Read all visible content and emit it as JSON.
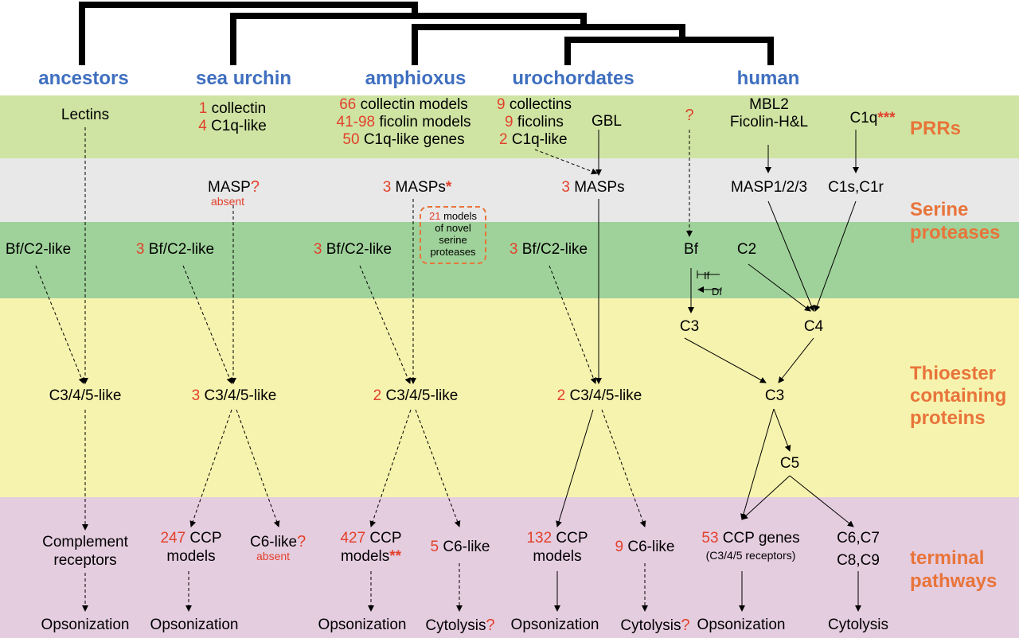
{
  "colors": {
    "prr_band": "#cfe4a3",
    "serine_band_1": "#e8e8e8",
    "serine_band_2": "#9fd29a",
    "thioester_band": "#f6f3ae",
    "terminal_band": "#e5cde0",
    "header": "#3f6fbf",
    "row_label": "#e8743a",
    "count": "#e2412b"
  },
  "headers": {
    "ancestors": "ancestors",
    "sea_urchin": "sea urchin",
    "amphioxus": "amphioxus",
    "urochordates": "urochordates",
    "human": "human"
  },
  "row_labels": {
    "prrs": "PRRs",
    "serine_1": "Serine",
    "serine_2": "proteases",
    "thio_1": "Thioester",
    "thio_2": "containing",
    "thio_3": "proteins",
    "term_1": "terminal",
    "term_2": "pathways"
  },
  "ancestors": {
    "lectins": "Lectins",
    "bf_c2": "Bf/C2-like",
    "c345": "C3/4/5-like",
    "receptors_1": "Complement",
    "receptors_2": "receptors",
    "opsonization": "Opsonization"
  },
  "sea_urchin": {
    "collectin_n": "1",
    "collectin": "collectin",
    "c1q_n": "4",
    "c1q": "C1q-like",
    "masp": "MASP",
    "masp_q": "?",
    "masp_absent": "absent",
    "bf_n": "3",
    "bf": "Bf/C2-like",
    "c345_n": "3",
    "c345": "C3/4/5-like",
    "ccp_n": "247",
    "ccp": "CCP",
    "ccp_2": "models",
    "c6": "C6-like",
    "c6_q": "?",
    "c6_absent": "absent",
    "opsonization": "Opsonization"
  },
  "amphioxus": {
    "collectin_n": "66",
    "collectin": "collectin models",
    "ficolin_n": "41-98",
    "ficolin": "ficolin models",
    "c1q_n": "50",
    "c1q": "C1q-like genes",
    "masp_n": "3",
    "masp": "MASPs",
    "masp_star": "*",
    "novel_n": "21",
    "novel_1": "models",
    "novel_2": "of novel",
    "novel_3": "serine",
    "novel_4": "proteases",
    "bf_n": "3",
    "bf": "Bf/C2-like",
    "c345_n": "2",
    "c345": "C3/4/5-like",
    "ccp_n": "427",
    "ccp": "CCP",
    "ccp_2": "models",
    "ccp_star": "**",
    "c6_n": "5",
    "c6": "C6-like",
    "opsonization": "Opsonization",
    "cytolysis": "Cytolysis",
    "cytolysis_q": "?"
  },
  "urochordates": {
    "collectin_n": "9",
    "collectin": "collectins",
    "ficolin_n": "9",
    "ficolin": "ficolins",
    "c1q_n": "2",
    "c1q": "C1q-like",
    "gbl": "GBL",
    "masp_n": "3",
    "masp": "MASPs",
    "bf_n": "3",
    "bf": "Bf/C2-like",
    "c345_n": "2",
    "c345": "C3/4/5-like",
    "ccp_n": "132",
    "ccp": "CCP",
    "ccp_2": "models",
    "c6_n": "9",
    "c6": "C6-like",
    "opsonization": "Opsonization",
    "cytolysis": "Cytolysis",
    "cytolysis_q": "?"
  },
  "human": {
    "prr_q": "?",
    "mbl2": "MBL2",
    "ficolin": "Ficolin-H&L",
    "c1q": "C1q",
    "c1q_star": "***",
    "masp": "MASP1/2/3",
    "c1s": "C1s,C1r",
    "bf": "Bf",
    "c2": "C2",
    "if": "If",
    "df": "Df",
    "c3_upper": "C3",
    "c4": "C4",
    "c3": "C3",
    "c5": "C5",
    "ccp_n": "53",
    "ccp": "CCP genes",
    "ccp_sub": "(C3/4/5 receptors)",
    "c67": "C6,C7",
    "c89": "C8,C9",
    "opsonization": "Opsonization",
    "cytolysis": "Cytolysis"
  }
}
